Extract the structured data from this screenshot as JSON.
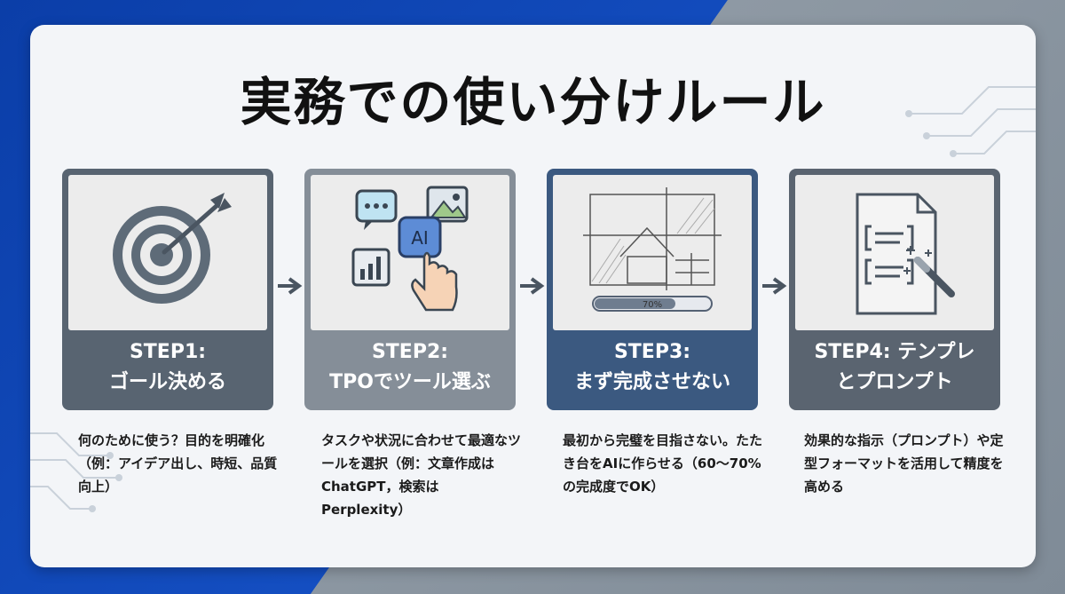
{
  "title": "実務での使い分けルール",
  "steps": [
    {
      "line1": "STEP1:",
      "line2": "ゴール決める",
      "desc": "何のために使う？目的を明確化（例：アイデア出し、時短、品質向上）"
    },
    {
      "line1": "STEP2:",
      "line2": "TPOでツール選ぶ",
      "icon_text": "AI",
      "desc": "タスクや状況に合わせて最適なツールを選択（例：文章作成はChatGPT，検索はPerplexity）"
    },
    {
      "line1": "STEP3:",
      "line2": "まず完成させない",
      "progress_text": "70%",
      "progress": 0.7,
      "desc": "最初から完璧を目指さない。たたき台をAIに作らせる（60〜70%の完成度でOK）"
    },
    {
      "line1": "STEP4: テンプレ",
      "line2": "とプロンプト",
      "desc": "効果的な指示（プロンプト）や定型フォーマットを活用して精度を高める"
    }
  ],
  "icons": [
    "target-icon",
    "ai-tools-icon",
    "sketch-house-icon",
    "document-magic-wand-icon"
  ],
  "colors": {
    "step1": "#586471",
    "step2": "#858e98",
    "step3": "#3b5980",
    "step4": "#5a6470",
    "blue_bg": "#1550c4"
  }
}
